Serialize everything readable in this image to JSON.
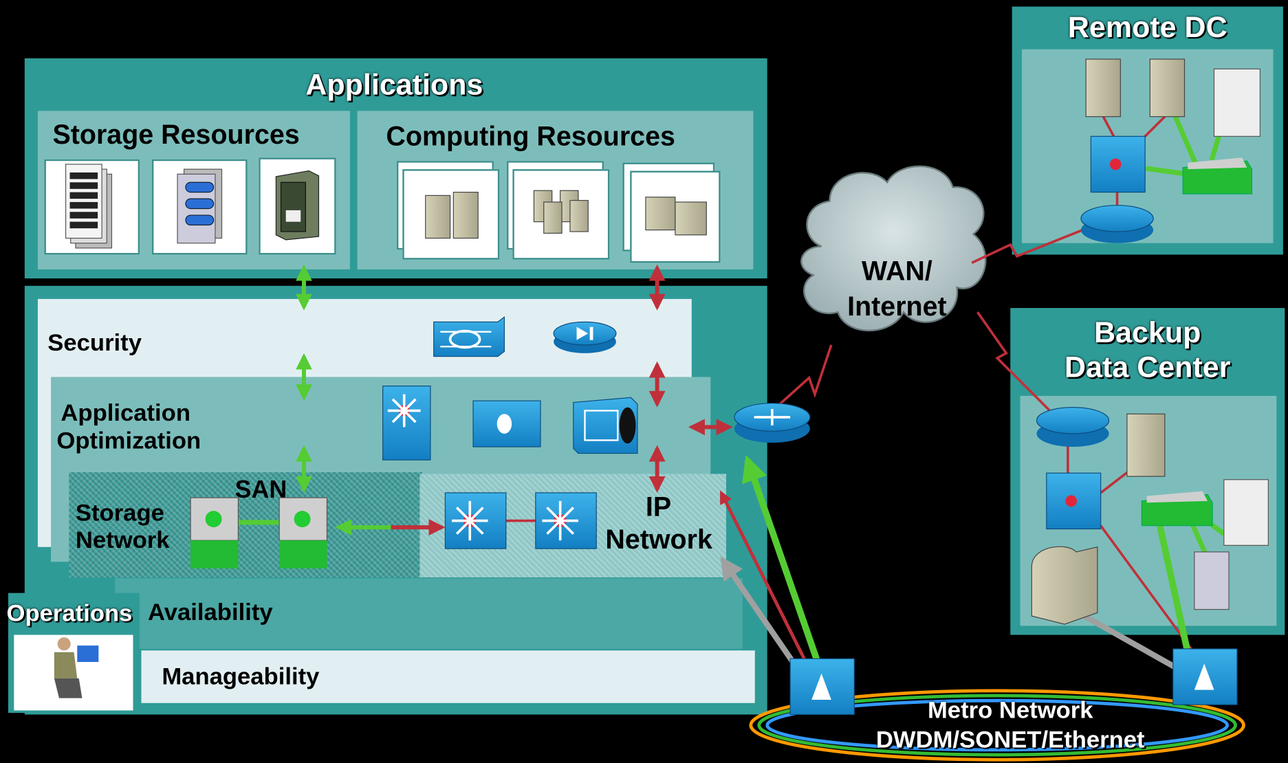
{
  "applications": {
    "title": "Applications",
    "storage": "Storage Resources",
    "computing": "Computing Resources"
  },
  "layers": {
    "security": "Security",
    "app_opt_1": "Application",
    "app_opt_2": "Optimization",
    "san": "SAN",
    "storage_network_1": "Storage",
    "storage_network_2": "Network",
    "ip_network_1": "IP",
    "ip_network_2": "Network",
    "availability": "Availability",
    "operations": "Operations",
    "manageability": "Manageability"
  },
  "wan": {
    "line1": "WAN/",
    "line2": "Internet"
  },
  "remote_dc": {
    "title": "Remote DC"
  },
  "backup_dc": {
    "title_1": "Backup",
    "title_2": "Data Center"
  },
  "metro": {
    "line1": "Metro Network",
    "line2": "DWDM/SONET/Ethernet"
  },
  "colors": {
    "teal": "#2f9b97",
    "pale": "#e2eff2",
    "device_blue": "#1b8fd0",
    "link_red": "#c0303a",
    "link_green": "#55cc33",
    "link_gray": "#a0a0a0"
  }
}
